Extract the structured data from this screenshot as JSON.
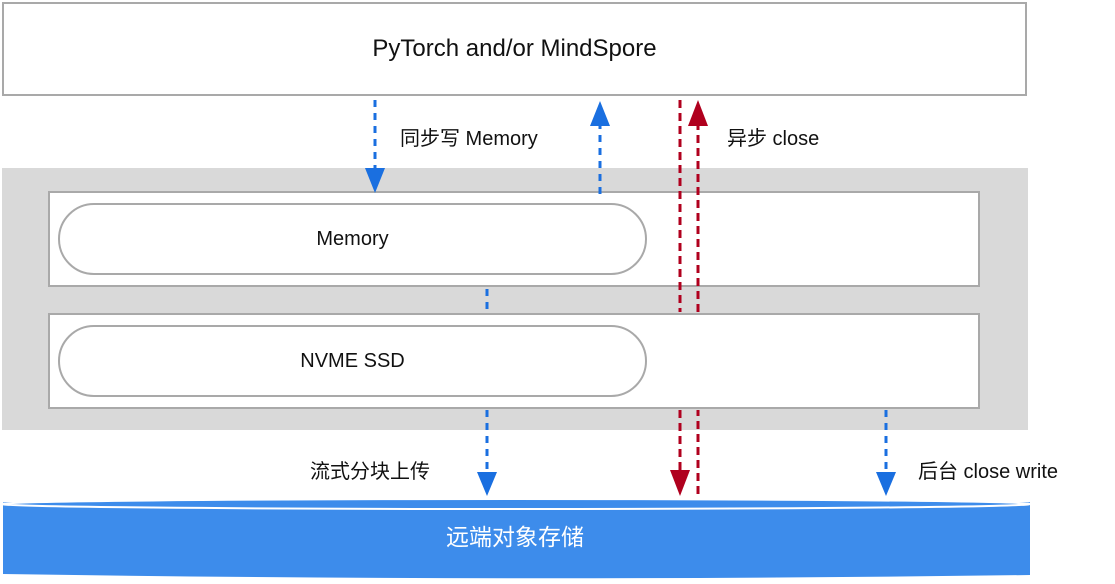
{
  "diagram": {
    "framework": {
      "title": "PyTorch and/or MindSpore"
    },
    "cache_layers": [
      {
        "id": "memory",
        "label": "Memory"
      },
      {
        "id": "ssd",
        "label": "NVME SSD"
      }
    ],
    "remote_storage": {
      "label": "远端对象存储"
    },
    "edge_labels": {
      "sync_write": "同步写 Memory",
      "async_close": "异步 close",
      "stream_upload": "流式分块上传",
      "background_close": "后台 close write"
    },
    "colors": {
      "blue_arrow": "#1a6fe0",
      "red_arrow": "#b0001e",
      "storage_fill": "#3d8ceb",
      "panel_gray": "#d9d9d9",
      "border_gray": "#a9a9a9"
    },
    "edges": [
      {
        "from": "framework",
        "to": "memory",
        "style": "dashed",
        "color": "blue",
        "label_key": "sync_write"
      },
      {
        "from": "memory",
        "to": "framework",
        "style": "dashed",
        "color": "blue"
      },
      {
        "from": "memory",
        "to": "ssd",
        "style": "dashed",
        "color": "blue"
      },
      {
        "from": "ssd",
        "to": "remote_storage",
        "style": "dashed",
        "color": "blue",
        "label_key": "stream_upload"
      },
      {
        "from": "framework",
        "to": "remote_storage",
        "style": "dashed",
        "color": "red"
      },
      {
        "from": "remote_storage",
        "to": "framework",
        "style": "dashed",
        "color": "red",
        "label_key": "async_close"
      },
      {
        "from": "ssd",
        "to": "remote_storage",
        "style": "dashed",
        "color": "blue",
        "label_key": "background_close"
      }
    ]
  }
}
